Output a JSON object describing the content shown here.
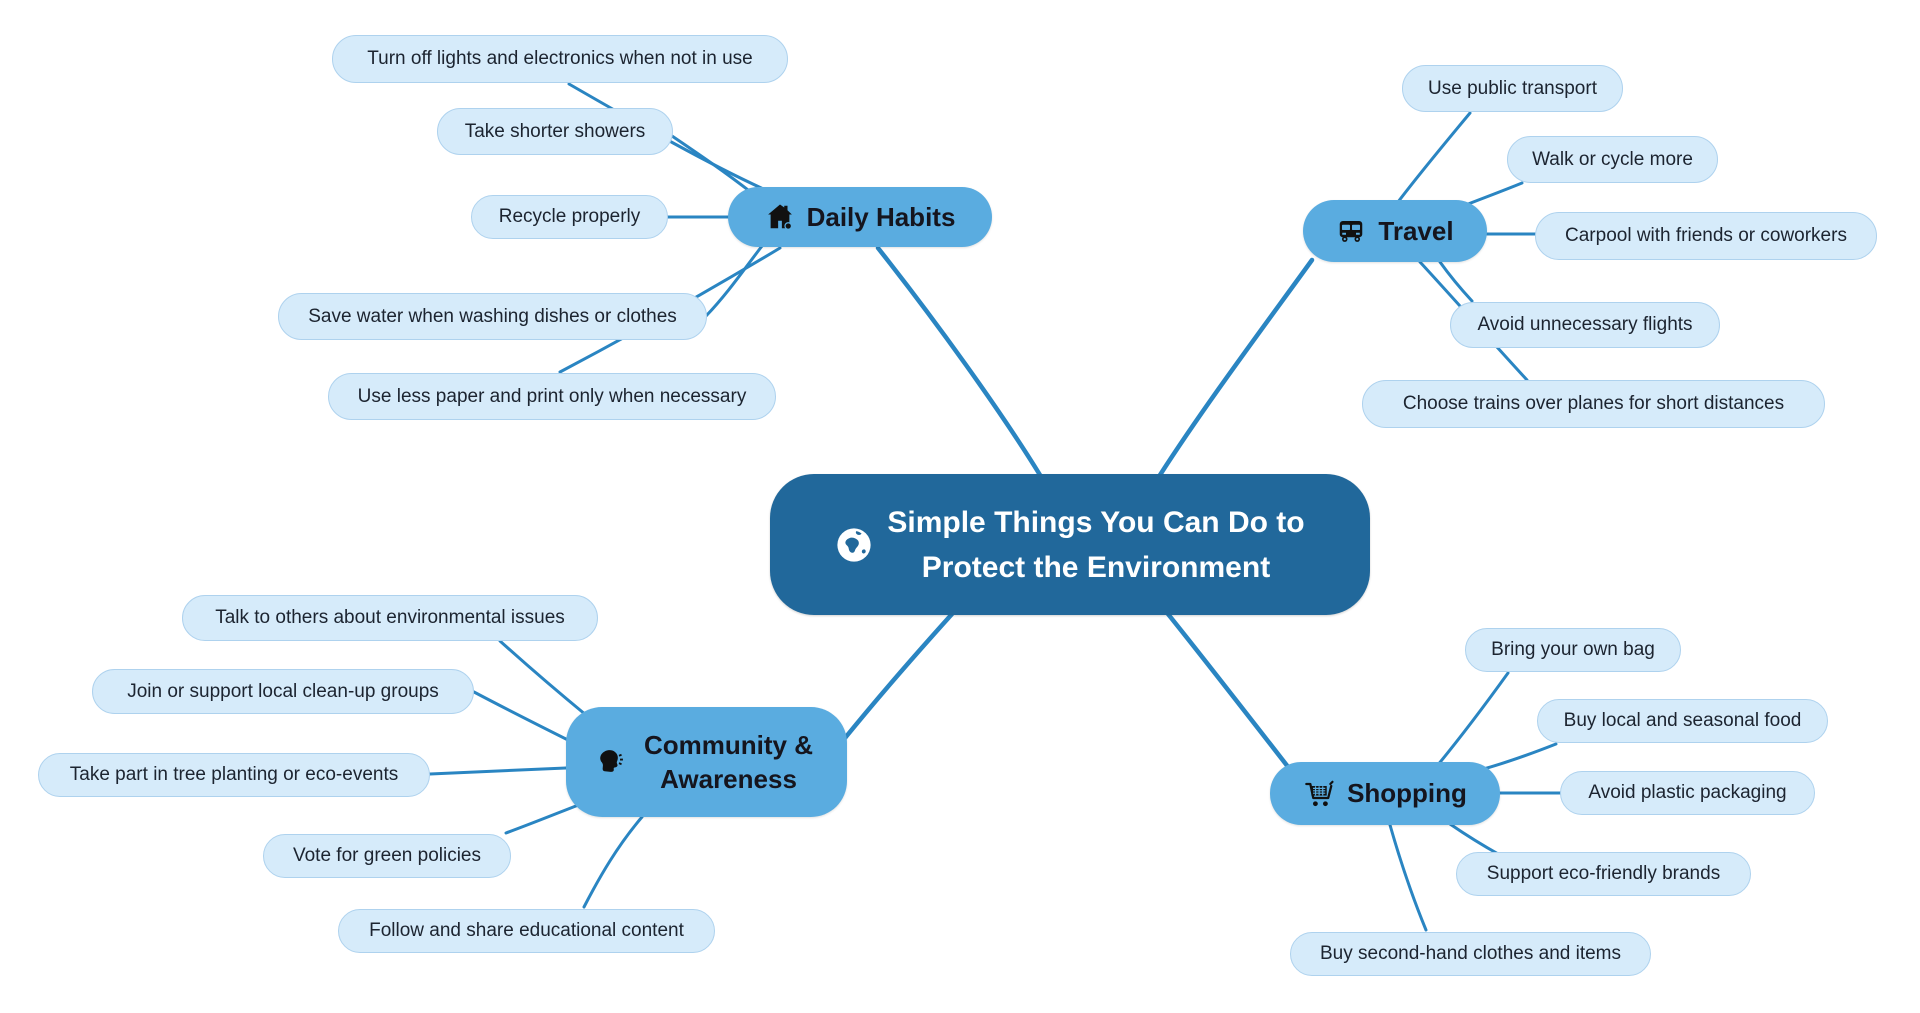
{
  "title": "Simple Things You Can Do to Protect the Environment",
  "center": {
    "label_line1": "Simple Things You Can Do to",
    "label_line2": "Protect the Environment",
    "icon": "globe-icon"
  },
  "branches": [
    {
      "label": "Daily Habits",
      "icon": "house-icon",
      "leaves": [
        "Turn off lights and electronics when not in use",
        "Take shorter showers",
        "Recycle properly",
        "Save water when washing dishes or clothes",
        "Use less paper and print only when necessary"
      ]
    },
    {
      "label": "Travel",
      "icon": "bus-icon",
      "leaves": [
        "Use public transport",
        "Walk or cycle more",
        "Carpool with friends or coworkers",
        "Avoid unnecessary flights",
        "Choose trains over planes for short distances"
      ]
    },
    {
      "label": "Community & Awareness",
      "icon": "speaking-head-icon",
      "leaves": [
        "Talk to others about environmental issues",
        "Join or support local clean-up groups",
        "Take part in tree planting or eco-events",
        "Vote for green policies",
        "Follow and share educational content"
      ]
    },
    {
      "label": "Shopping",
      "icon": "shopping-cart-icon",
      "leaves": [
        "Bring your own bag",
        "Buy local and seasonal food",
        "Avoid plastic packaging",
        "Support eco-friendly brands",
        "Buy second-hand clothes and items"
      ]
    }
  ],
  "colors": {
    "background": "#ffffff",
    "center_fill": "#21689b",
    "center_text": "#ffffff",
    "branch_fill": "#5aace0",
    "branch_text": "#15151e",
    "leaf_fill": "#d6ebfa",
    "leaf_border": "#aed2ee",
    "leaf_text": "#1c2430",
    "connector": "#2a85c2",
    "icon_color": "#111111"
  }
}
